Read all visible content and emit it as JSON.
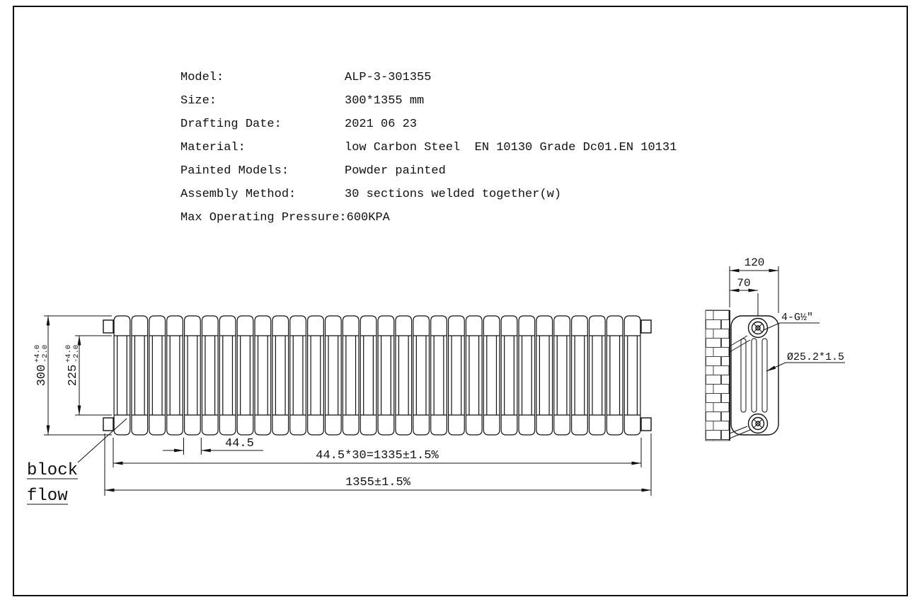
{
  "sheet": {
    "background": "#ffffff",
    "line_color": "#111111"
  },
  "specs": {
    "rows": [
      {
        "label": "Model:",
        "value": "ALP-3-301355"
      },
      {
        "label": "Size:",
        "value": "300*1355 mm"
      },
      {
        "label": "Drafting Date:",
        "value": "2021 06 23"
      },
      {
        "label": "Material:",
        "value": "low Carbon Steel  EN 10130 Grade Dc01.EN 10131"
      },
      {
        "label": "Painted Models:",
        "value": "Powder painted"
      },
      {
        "label": "Assembly Method:",
        "value": "30 sections welded together(w)"
      },
      {
        "label": "Max Operating Pressure:",
        "value": "600KPA"
      }
    ]
  },
  "front_view": {
    "sections": 30,
    "dim_height": {
      "value": "300",
      "tol_plus": "+4.0",
      "tol_minus": "-2.0"
    },
    "dim_inner_height": {
      "value": "225",
      "tol_plus": "+4.0",
      "tol_minus": "-2.0"
    },
    "dim_section_width": "44.5",
    "dim_sections_total": "44.5*30=1335±1.5%",
    "dim_overall_width": "1355±1.5%",
    "flow_note": {
      "line1": "block",
      "line2": "flow"
    }
  },
  "side_view": {
    "dim_depth": "120",
    "dim_inlet_offset": "70",
    "thread_label": "4-G½\"",
    "tube_label": "Ø25.2*1.5"
  }
}
